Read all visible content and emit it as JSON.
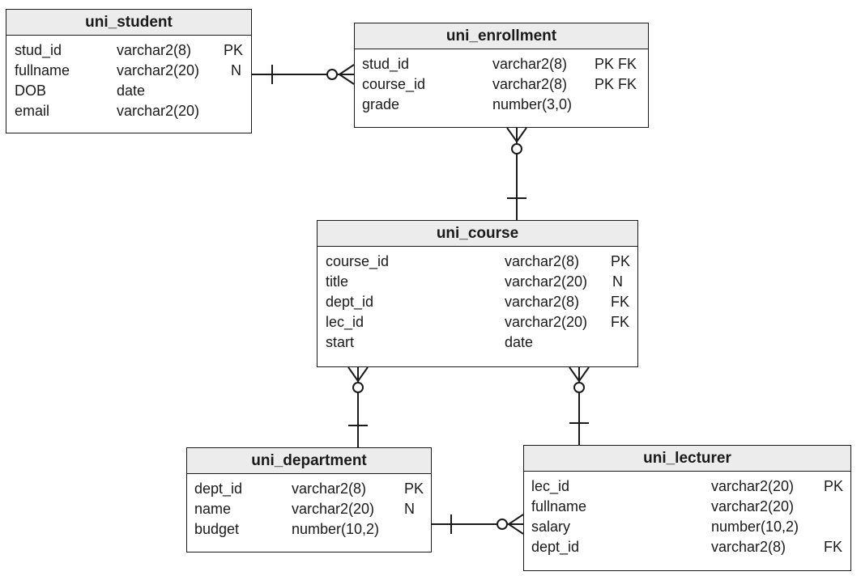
{
  "entities": {
    "uni_student": {
      "title": "uni_student",
      "rows": [
        [
          "stud_id",
          "varchar2(8)",
          "PK"
        ],
        [
          "fullname",
          "varchar2(20)",
          "N"
        ],
        [
          "DOB",
          "date",
          ""
        ],
        [
          "email",
          "varchar2(20)",
          ""
        ]
      ]
    },
    "uni_enrollment": {
      "title": "uni_enrollment",
      "rows": [
        [
          "stud_id",
          "varchar2(8)",
          "PK FK"
        ],
        [
          "course_id",
          "varchar2(8)",
          "PK FK"
        ],
        [
          "grade",
          "number(3,0)",
          ""
        ]
      ]
    },
    "uni_course": {
      "title": "uni_course",
      "rows": [
        [
          "course_id",
          "varchar2(8)",
          "PK"
        ],
        [
          "title",
          "varchar2(20)",
          "N"
        ],
        [
          "dept_id",
          "varchar2(8)",
          "FK"
        ],
        [
          "lec_id",
          "varchar2(20)",
          "FK"
        ],
        [
          "start",
          "date",
          ""
        ]
      ]
    },
    "uni_department": {
      "title": "uni_department",
      "rows": [
        [
          "dept_id",
          "varchar2(8)",
          "PK"
        ],
        [
          "name",
          "varchar2(20)",
          "N"
        ],
        [
          "budget",
          "number(10,2)",
          ""
        ]
      ]
    },
    "uni_lecturer": {
      "title": "uni_lecturer",
      "rows": [
        [
          "lec_id",
          "varchar2(20)",
          "PK"
        ],
        [
          "fullname",
          "varchar2(20)",
          ""
        ],
        [
          "salary",
          "number(10,2)",
          ""
        ],
        [
          "dept_id",
          "varchar2(8)",
          "FK"
        ]
      ]
    }
  },
  "relationships": [
    {
      "from": "uni_student",
      "to": "uni_enrollment",
      "from_end": "one",
      "to_end": "zero-or-many"
    },
    {
      "from": "uni_course",
      "to": "uni_enrollment",
      "from_end": "one",
      "to_end": "zero-or-many"
    },
    {
      "from": "uni_department",
      "to": "uni_course",
      "from_end": "one",
      "to_end": "zero-or-many"
    },
    {
      "from": "uni_lecturer",
      "to": "uni_course",
      "from_end": "one",
      "to_end": "zero-or-many"
    },
    {
      "from": "uni_department",
      "to": "uni_lecturer",
      "from_end": "one",
      "to_end": "zero-or-many"
    }
  ]
}
